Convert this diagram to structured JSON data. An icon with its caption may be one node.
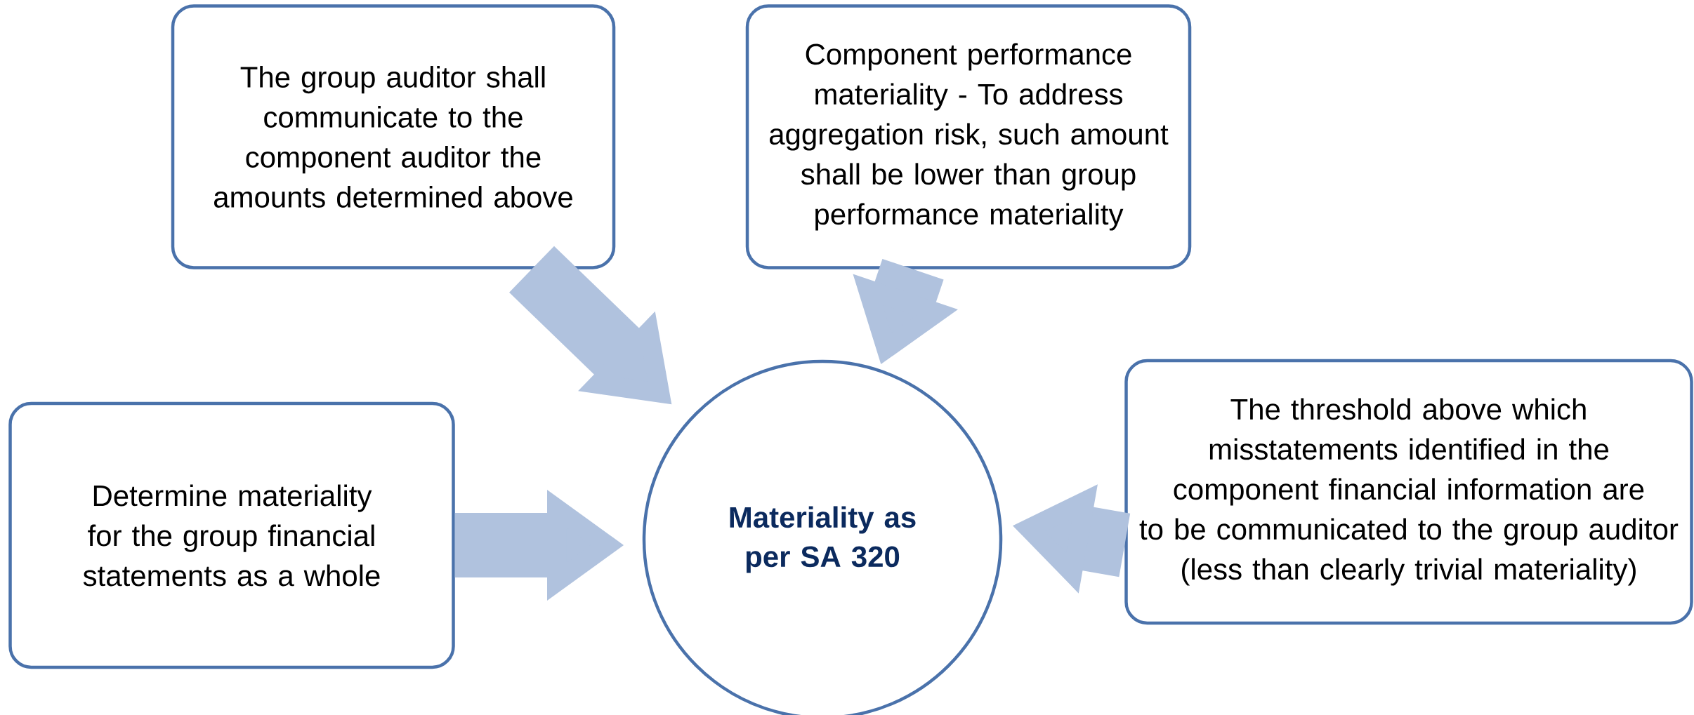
{
  "diagram": {
    "nodes": [
      {
        "text": [
          "The group auditor shall communicate to the component auditor the amounts determined above"
        ]
      },
      {
        "text": [
          "Component performance materiality - To address aggregation risk, such amount shall be lower than group performance materiality"
        ]
      },
      {
        "text": [
          "The threshold above which misstatements identified in the component financial information are to be communicated to the group auditor (less than clearly trivial  materiality)"
        ]
      },
      {
        "text": [
          "Determine materiality for the group financial statements as a whole"
        ]
      },
      {
        "text": [
          "Materiality as per SA 320"
        ]
      }
    ],
    "edges": [
      {
        "from": 0,
        "to": 4,
        "arrow": "to"
      },
      {
        "from": 1,
        "to": 4,
        "arrow": "to"
      },
      {
        "from": 2,
        "to": 4,
        "arrow": "to"
      },
      {
        "from": 3,
        "to": 4,
        "arrow": "to"
      }
    ]
  }
}
